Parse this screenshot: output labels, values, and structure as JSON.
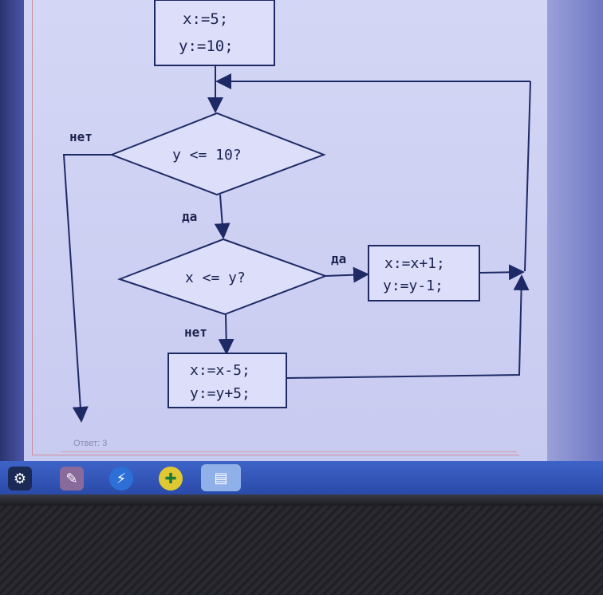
{
  "flowchart": {
    "init": {
      "line1": "x:=5;",
      "line2": "y:=10;"
    },
    "cond1": {
      "text": "y <= 10?"
    },
    "cond2": {
      "text": "x <= y?"
    },
    "box_yes": {
      "line1": "x:=x+1;",
      "line2": "y:=y-1;"
    },
    "box_no": {
      "line1": "x:=x-5;",
      "line2": "y:=y+5;"
    },
    "labels": {
      "cond1_no": "нет",
      "cond1_yes": "да",
      "cond2_yes": "да",
      "cond2_no": "нет"
    }
  },
  "answer": {
    "text": "Ответ: 3"
  },
  "taskbar": {
    "icons": [
      "steam-icon",
      "paint-icon",
      "lightning-icon",
      "plus-circle-icon",
      "notepad-icon"
    ]
  },
  "colors": {
    "line": "#1e2a66",
    "fill": "#dcdefa",
    "text": "#1c2350"
  }
}
